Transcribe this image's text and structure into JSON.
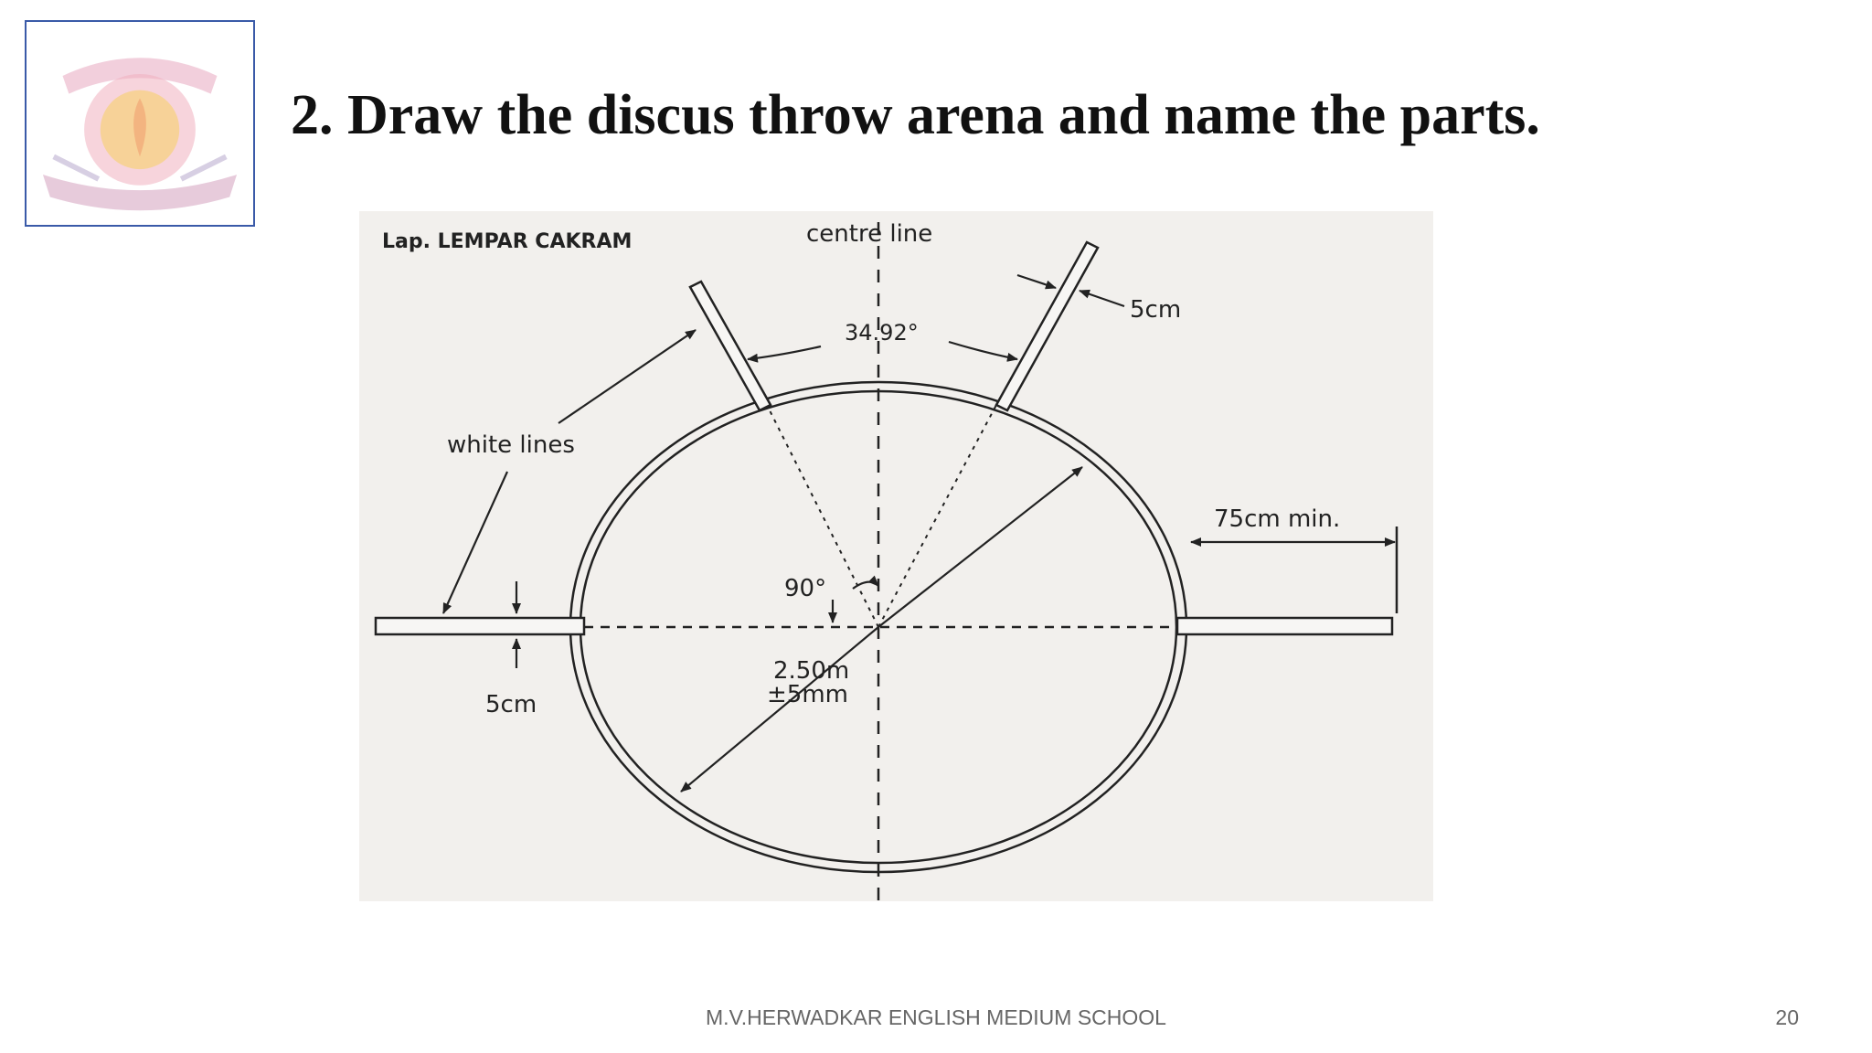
{
  "slide": {
    "title": "2. Draw the discus throw arena and name the parts.",
    "footer": "M.V.HERWADKAR ENGLISH MEDIUM SCHOOL",
    "page_number": "20"
  },
  "logo": {
    "icon": "school-emblem",
    "colors": {
      "ring": "#e8a0b8",
      "flame": "#f5d070",
      "ribbon": "#c070a0"
    }
  },
  "diagram": {
    "caption": "Lap. LEMPAR CAKRAM",
    "centre_line_label": "centre line",
    "sector_angle_label": "34.92°",
    "line_width_top_label": "5cm",
    "white_lines_label": "white lines",
    "line_width_side_label": "5cm",
    "extension_label": "75cm min.",
    "right_angle_label": "90°",
    "diameter_label_line1": "2.50m",
    "diameter_label_line2": "±5mm"
  }
}
